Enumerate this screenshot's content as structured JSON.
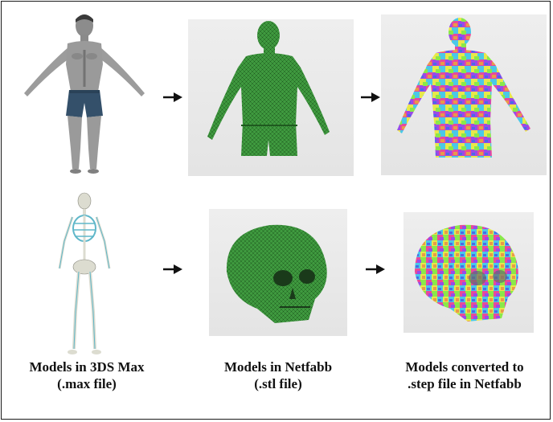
{
  "captions": {
    "col1": {
      "line1": "Models in 3DS Max",
      "line2": "(.max file)"
    },
    "col2": {
      "line1": "Models in Netfabb",
      "line2": "(.stl file)"
    },
    "col3": {
      "line1": "Models converted to",
      "line2": ".step file in Netfabb"
    }
  },
  "icons": {
    "arrow": "right-arrow-icon",
    "body_model": "human-body-icon",
    "skeleton_model": "skeleton-icon",
    "skull_model": "skull-icon"
  },
  "colors": {
    "skin": "#9a9a9a",
    "shorts": "#34506a",
    "mesh_green": "#3f9a3f",
    "mesh_line": "#1f5a1f",
    "bone": "#dcdcd0",
    "bone_accent": "#5fb7c9",
    "step_palette": [
      "#e8e84a",
      "#e84a9a",
      "#4ac8e8",
      "#8ae84a",
      "#9a4ae8",
      "#e89a4a",
      "#4a6ae8",
      "#e84a4a",
      "#4ae8a0",
      "#c8c8c8"
    ]
  }
}
